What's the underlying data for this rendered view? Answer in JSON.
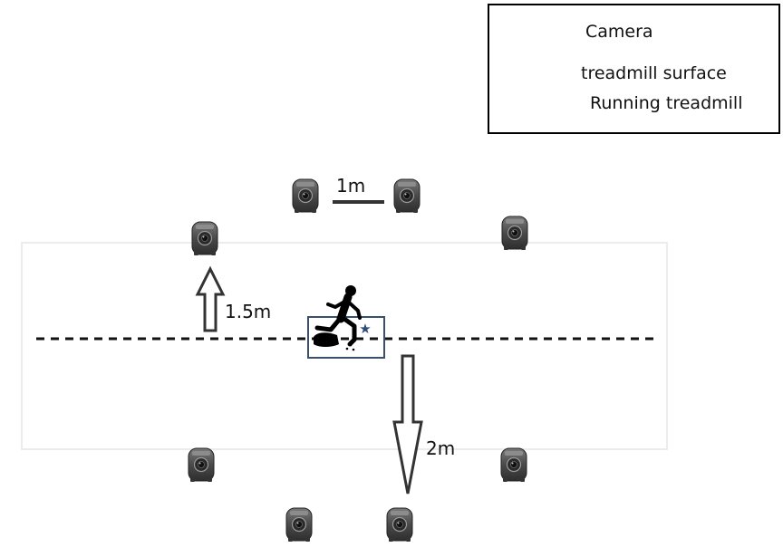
{
  "legend": {
    "camera_label": "Camera",
    "foot_label": "treadmill surface",
    "treadmill_label": "Running treadmill"
  },
  "measurements": {
    "camera_spacing": "1m",
    "upper_offset": "1.5m",
    "lower_offset": "2m"
  },
  "icons": {
    "camera": "camera-icon",
    "foot": "footprint-icon",
    "runner": "runner-icon",
    "treadmill": "treadmill-icon",
    "star": "star-icon"
  },
  "colors": {
    "camera_body": "#5a5a5a",
    "treadmill_border": "#3a4f6b",
    "star": "#2e4a78",
    "ink": "#111111"
  }
}
